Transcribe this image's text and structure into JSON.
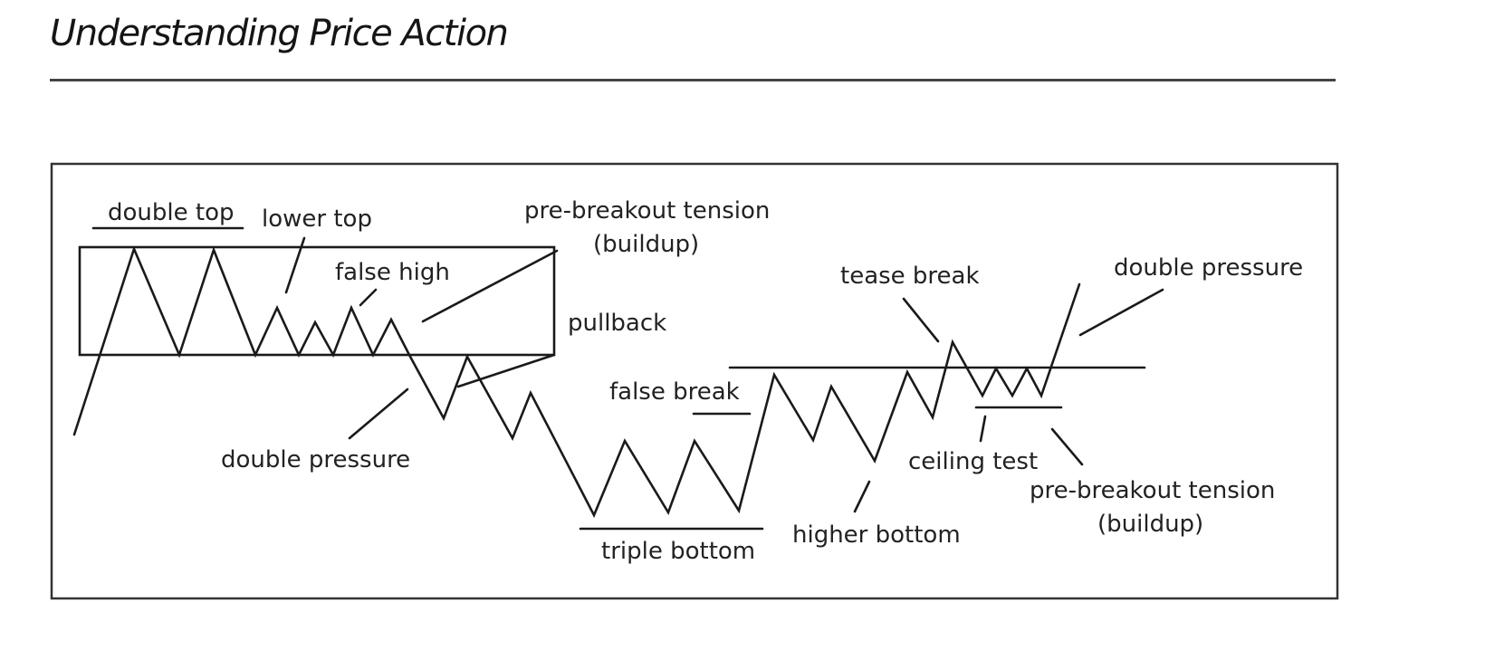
{
  "page": {
    "title": "Understanding Price Action"
  },
  "diagram": {
    "labels": {
      "double_top": "double top",
      "lower_top": "lower top",
      "false_high": "false high",
      "pre_breakout_tension_1_line1": "pre-breakout tension",
      "pre_breakout_tension_1_line2": "(buildup)",
      "pullback": "pullback",
      "double_pressure_1": "double pressure",
      "false_break": "false break",
      "triple_bottom": "triple bottom",
      "higher_bottom": "higher bottom",
      "tease_break": "tease break",
      "double_pressure_2": "double pressure",
      "ceiling_test": "ceiling test",
      "pre_breakout_tension_2_line1": "pre-breakout tension",
      "pre_breakout_tension_2_line2": "(buildup)"
    }
  }
}
